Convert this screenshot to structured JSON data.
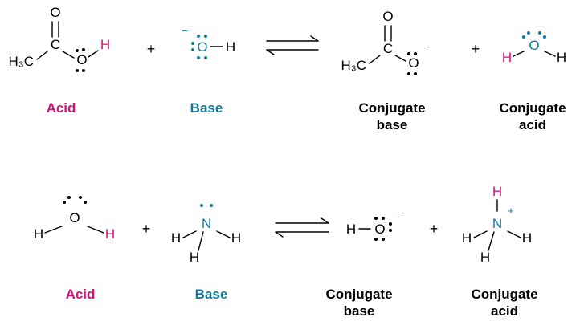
{
  "colors": {
    "acid_magenta": "#d0137b",
    "base_teal": "#15789b",
    "black": "#000000",
    "background": "#ffffff"
  },
  "reaction1": {
    "acetic_acid": {
      "methyl": "H₃C",
      "carbon": "C",
      "carbonyl_o": "O",
      "hydroxyl_o": "O",
      "acidic_h": "H"
    },
    "plus_left": "+",
    "hydroxide": {
      "charge": "−",
      "oxygen": "O",
      "hydrogen": "H"
    },
    "acetate": {
      "methyl": "H₃C",
      "carbon": "C",
      "carbonyl_o": "O",
      "oxygen": "O",
      "charge": "−"
    },
    "plus_right": "+",
    "water": {
      "h_left": "H",
      "oxygen": "O",
      "h_right": "H"
    },
    "labels": {
      "acid": "Acid",
      "base": "Base",
      "conjugate_base": "Conjugate base",
      "conjugate_acid": "Conjugate acid"
    }
  },
  "reaction2": {
    "water": {
      "h_left": "H",
      "oxygen": "O",
      "h_right": "H"
    },
    "plus_left": "+",
    "ammonia": {
      "nitrogen": "N",
      "h_left": "H",
      "h_right": "H",
      "h_bottom": "H"
    },
    "hydroxide": {
      "hydrogen": "H",
      "oxygen": "O",
      "charge": "−"
    },
    "plus_right": "+",
    "ammonium": {
      "nitrogen": "N",
      "charge": "+",
      "h_top": "H",
      "h_left": "H",
      "h_right": "H",
      "h_bottom": "H"
    },
    "labels": {
      "acid": "Acid",
      "base": "Base",
      "conjugate_base": "Conjugate base",
      "conjugate_acid": "Conjugate acid"
    }
  }
}
